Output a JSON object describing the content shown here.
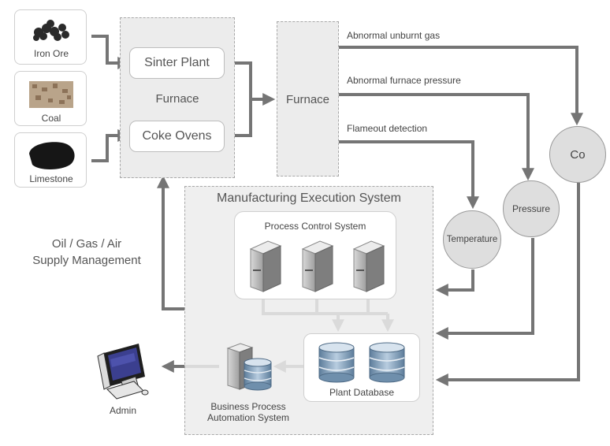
{
  "inputs": [
    {
      "label": "Iron Ore"
    },
    {
      "label": "Coal"
    },
    {
      "label": "Limestone"
    }
  ],
  "furnace_group": {
    "sinter_plant": "Sinter Plant",
    "furnace_label": "Furnace",
    "coke_ovens": "Coke Ovens"
  },
  "furnace_main": "Furnace",
  "signals": {
    "unburnt_gas": "Abnormal unburnt gas",
    "furnace_pressure": "Abnormal furnace pressure",
    "flameout": "Flameout detection"
  },
  "sensors": {
    "co": "Co",
    "pressure": "Pressure",
    "temperature": "Temperature"
  },
  "mes": {
    "title": "Manufacturing Execution System",
    "pcs_title": "Process Control System",
    "plant_db": "Plant Database",
    "bpas_line1": "Business Process",
    "bpas_line2": "Automation System"
  },
  "supply": {
    "line1": "Oil / Gas / Air",
    "line2": "Supply Management"
  },
  "admin": "Admin",
  "colors": {
    "arrow": "#757575",
    "panel": "#ececec",
    "sensor": "#dedede"
  }
}
